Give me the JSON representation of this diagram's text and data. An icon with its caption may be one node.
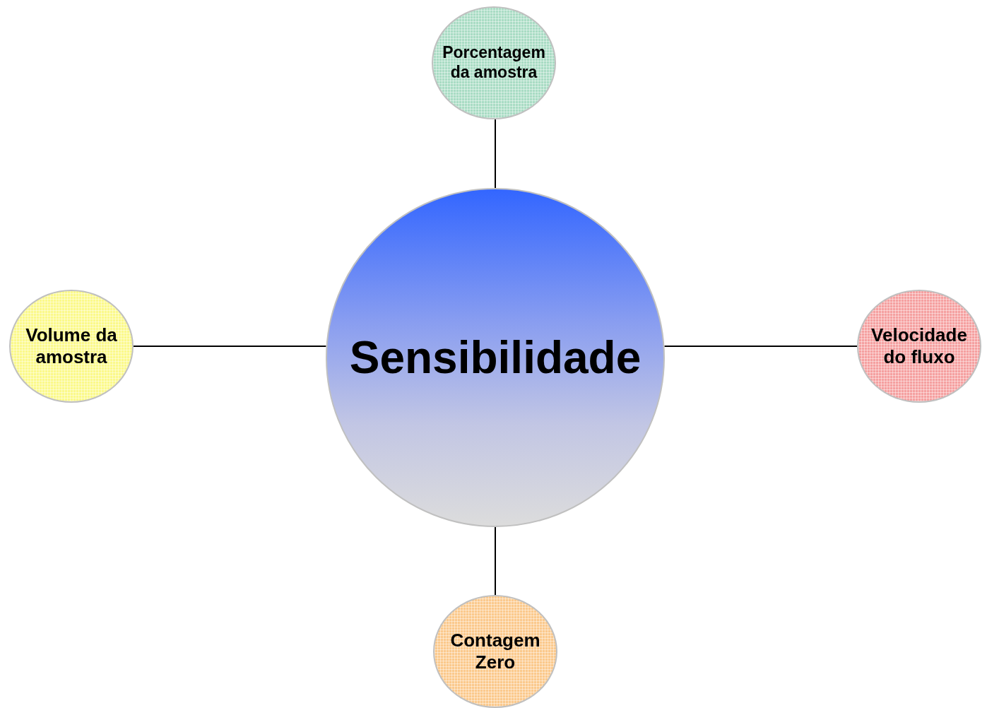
{
  "diagram": {
    "nodes": [
      {
        "text": [
          "Porcentagem da amostra"
        ]
      },
      {
        "text": [
          "Volume da amostra"
        ]
      },
      {
        "text": [
          "Sensibilidade"
        ]
      },
      {
        "text": [
          "Velocidade do fluxo"
        ]
      },
      {
        "text": [
          "Contagem Zero"
        ]
      }
    ],
    "edges": [
      {
        "from": 2,
        "to": 0,
        "arrow": "none"
      },
      {
        "from": 2,
        "to": 1,
        "arrow": "none"
      },
      {
        "from": 2,
        "to": 3,
        "arrow": "none"
      },
      {
        "from": 2,
        "to": 4,
        "arrow": "none"
      }
    ]
  }
}
